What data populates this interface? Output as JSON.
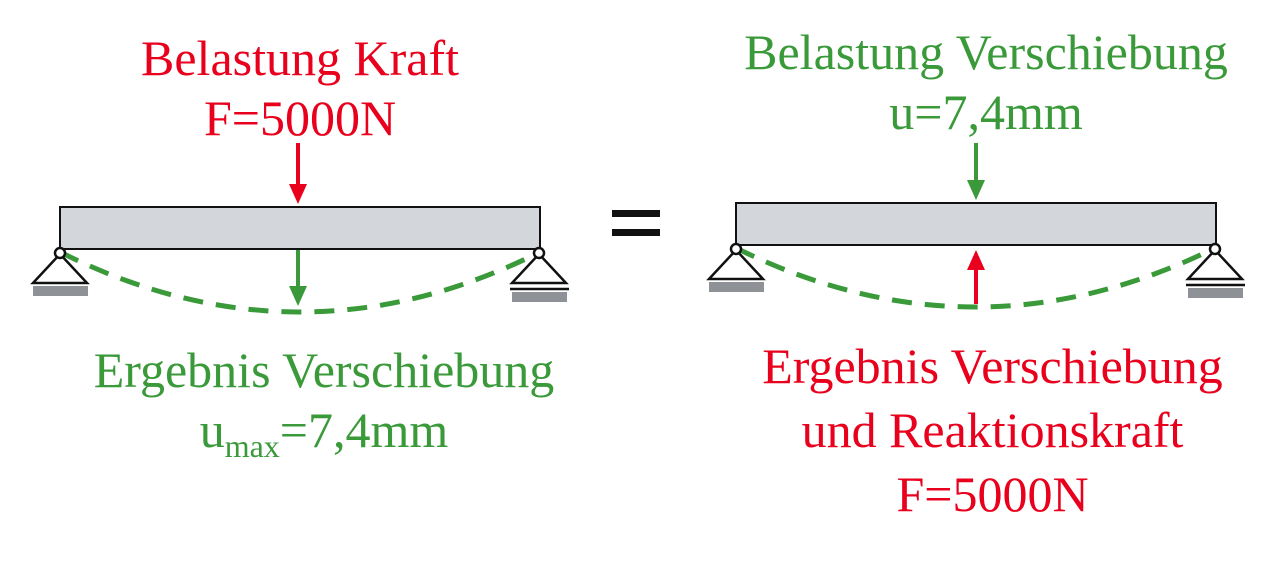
{
  "left": {
    "load_title": "Belastung Kraft",
    "load_value": "F=5000N",
    "result_title": "Ergebnis Verschiebung",
    "result_symbol": "u",
    "result_subscript": "max",
    "result_value": "=7,4mm"
  },
  "equals_sign": "=",
  "right": {
    "load_title": "Belastung Verschiebung",
    "load_value": "u=7,4mm",
    "result_line1": "Ergebnis Verschiebung",
    "result_line2": "und Reaktionskraft",
    "result_value": "F=5000N"
  },
  "colors": {
    "force": "#e8001c",
    "displacement": "#3a9a3a",
    "beam_fill": "#d3d6da",
    "support_base": "#8e9297"
  }
}
